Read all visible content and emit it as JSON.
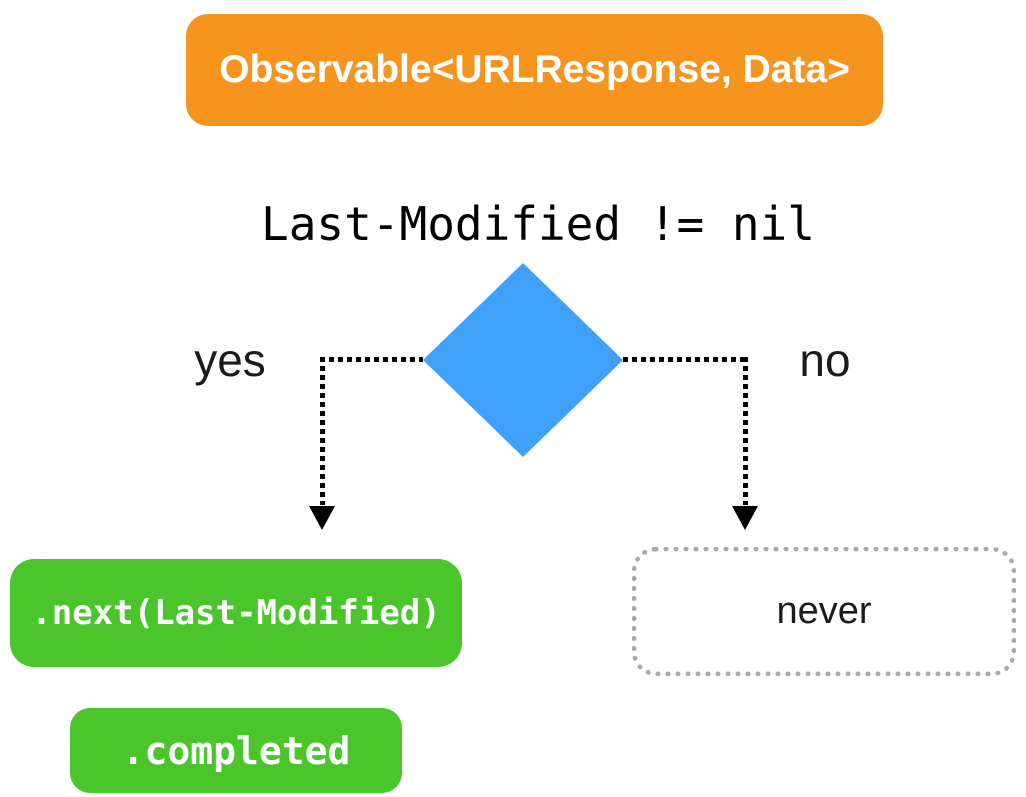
{
  "flowchart": {
    "source": {
      "label": "Observable<URLResponse, Data>",
      "bg": "#F7941E",
      "text_color": "#FFFFFF"
    },
    "condition": {
      "label": "Last-Modified != nil",
      "text_color": "#000000"
    },
    "decision": {
      "shape": "diamond",
      "bg": "#3FA1FC"
    },
    "edges": {
      "yes": {
        "label": "yes",
        "line_color": "#000000",
        "style": "dotted-arrow"
      },
      "no": {
        "label": "no",
        "line_color": "#000000",
        "style": "dotted-arrow"
      }
    },
    "outcomes": {
      "next": {
        "label": ".next(Last-Modified)",
        "bg": "#4AC52B",
        "text_color": "#FFFFFF"
      },
      "never": {
        "label": "never",
        "border_color": "#A9A9A9",
        "text_color": "#1C1C1C"
      },
      "completed": {
        "label": ".completed",
        "bg": "#4AC52B",
        "text_color": "#FFFFFF"
      }
    }
  }
}
